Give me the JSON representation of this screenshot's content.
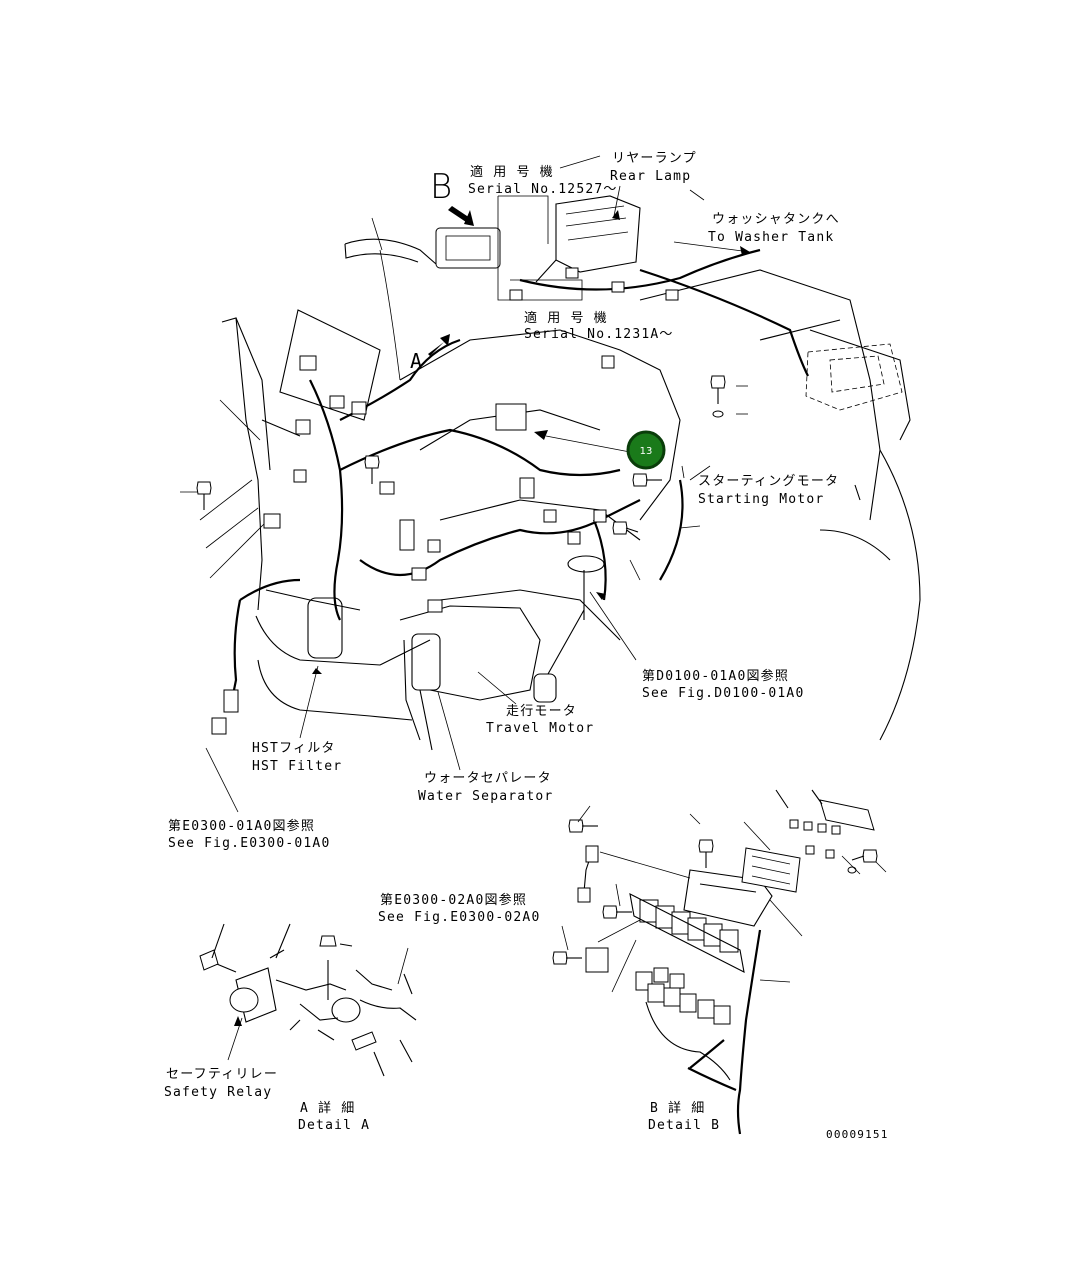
{
  "labels": {
    "serial_a_jp": "適 用 号 機",
    "serial_a_en": "Serial No.12527～",
    "rear_lamp_jp": "リヤーランプ",
    "rear_lamp_en": "Rear Lamp",
    "washer_jp": "ウォッシャタンクへ",
    "washer_en": "To Washer Tank",
    "serial_b_jp": "適 用 号 機",
    "serial_b_en": "Serial No.1231A～",
    "starting_jp": "スターティングモータ",
    "starting_en": "Starting Motor",
    "see_d0100_jp": "第D0100-01A0図参照",
    "see_d0100_en": "See Fig.D0100-01A0",
    "travel_jp": "走行モータ",
    "travel_en": "Travel Motor",
    "hst_jp": "HSTフィルタ",
    "hst_en": "HST Filter",
    "water_jp": "ウォータセパレータ",
    "water_en": "Water Separator",
    "see_e0300_01_jp": "第E0300-01A0図参照",
    "see_e0300_01_en": "See Fig.E0300-01A0",
    "see_e0300_02_jp": "第E0300-02A0図参照",
    "see_e0300_02_en": "See Fig.E0300-02A0",
    "safety_jp": "セーフティリレー",
    "safety_en": "Safety Relay",
    "detail_a_jp": "A 詳 細",
    "detail_a_en": "Detail A",
    "detail_b_jp": "B 詳 細",
    "detail_b_en": "Detail B",
    "view_b": "B",
    "view_a": "A",
    "drawing_no": "00009151"
  },
  "callout": {
    "number": "13",
    "color": "#1a7a1a"
  }
}
